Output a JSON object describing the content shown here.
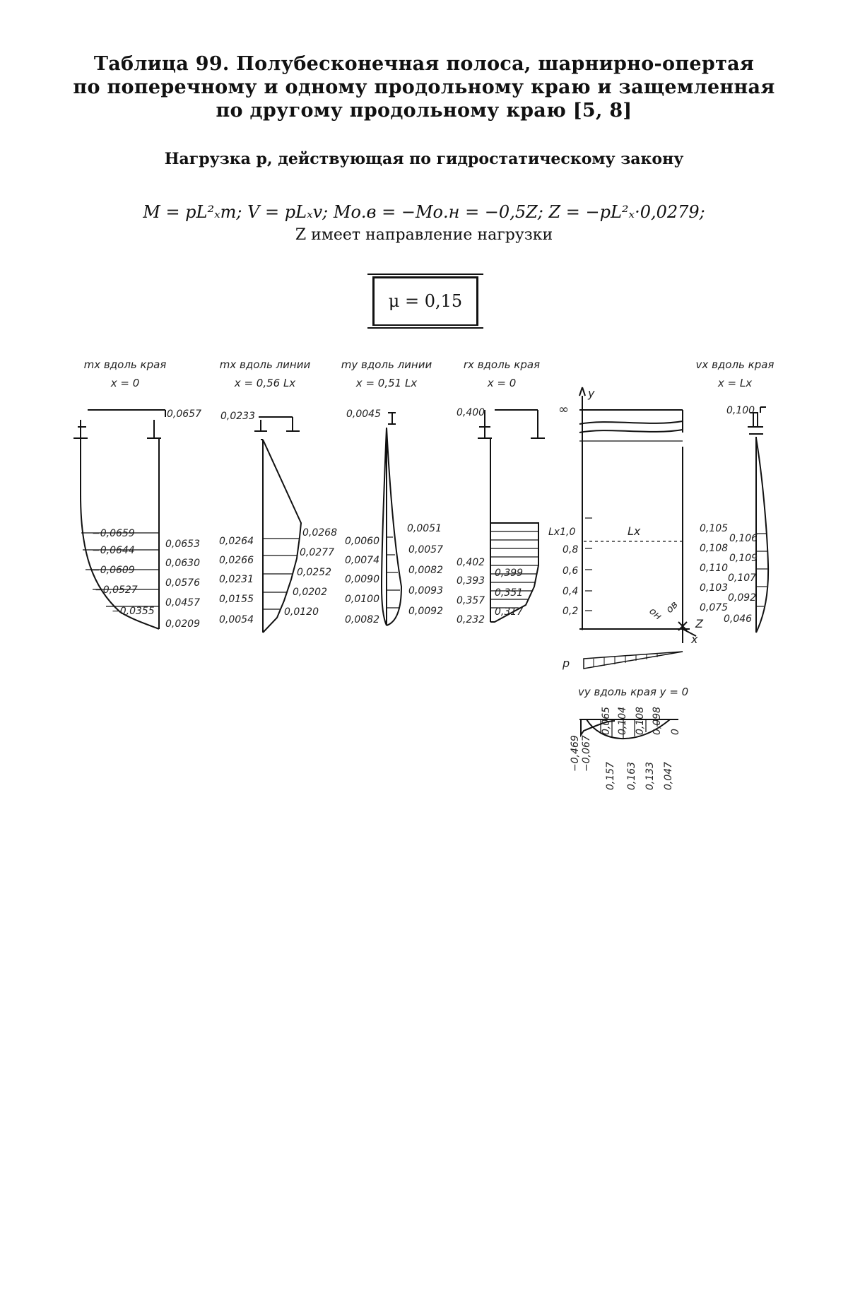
{
  "header": {
    "title_lines": [
      "Таблица 99. Полубесконечная полоса, шарнирно-опертая",
      "по поперечному и одному продольному краю и защемленная",
      "по другому продольному краю [5, 8]"
    ],
    "subtitle": "Нагрузка p, действующая по гидростатическому закону",
    "formula": "M = pL²ₓm;  V = pLₓv;  Mо.в = −Mо.н = −0,5Z;  Z = −pL²ₓ·0,0279;",
    "formula_note": "Z имеет направление нагрузки",
    "mu": "μ = 0,15"
  },
  "diagrams": {
    "d1": {
      "caption1": "mx вдоль края",
      "caption2": "x = 0",
      "top": "0,0657",
      "left": [
        "−0,0659",
        "−0,0644",
        "−0,0609",
        "−0,0527",
        "−0,0355"
      ],
      "right": [
        "0,0653",
        "0,0630",
        "0,0576",
        "0,0457",
        "0,0209"
      ]
    },
    "d2": {
      "caption1": "mx вдоль линии",
      "caption2": "x = 0,56 Lx",
      "top": "0,0233",
      "left": [
        "0,0264",
        "0,0266",
        "0,0231",
        "0,0155",
        "0,0054"
      ],
      "right": [
        "0,0268",
        "0,0277",
        "0,0252",
        "0,0202",
        "0,0120"
      ]
    },
    "d3": {
      "caption1": "my вдоль линии",
      "caption2": "x = 0,51 Lx",
      "top": "0,0045",
      "left": [
        "0,0060",
        "0,0074",
        "0,0090",
        "0,0100",
        "0,0082"
      ],
      "right": [
        "0,0051",
        "0,0057",
        "0,0082",
        "0,0093",
        "0,0092"
      ]
    },
    "d4": {
      "caption1": "rx вдоль края",
      "caption2": "x = 0",
      "top": "0,400",
      "left": [
        "0,402",
        "0,393",
        "0,357",
        "0,232"
      ],
      "right": [
        "0,399",
        "0,351",
        "0,317"
      ]
    },
    "plate": {
      "infinity": "∞",
      "y_axis": "y",
      "x_axis": "x",
      "z_axis": "Z",
      "span": "Lx",
      "on": "oн",
      "ov": "oв",
      "load": "p",
      "ticks": [
        "Lx1,0",
        "0,8",
        "0,6",
        "0,4",
        "0,2"
      ]
    },
    "d6": {
      "caption1": "vx вдоль края",
      "caption2": "x = Lx",
      "top": "0,100",
      "left": [
        "0,105",
        "0,108",
        "0,110",
        "0,103",
        "0,075"
      ],
      "right": [
        "0,106",
        "0,109",
        "0,107",
        "0,092",
        "0,046"
      ]
    },
    "vy": {
      "caption": "vy вдоль края y = 0",
      "upper": [
        "0,065",
        "0,104",
        "0,108",
        "0,098",
        "0"
      ],
      "lower": [
        "0,157",
        "0,163",
        "0,133",
        "0,047"
      ],
      "neg": [
        "−0,469",
        "−0,067"
      ]
    }
  }
}
